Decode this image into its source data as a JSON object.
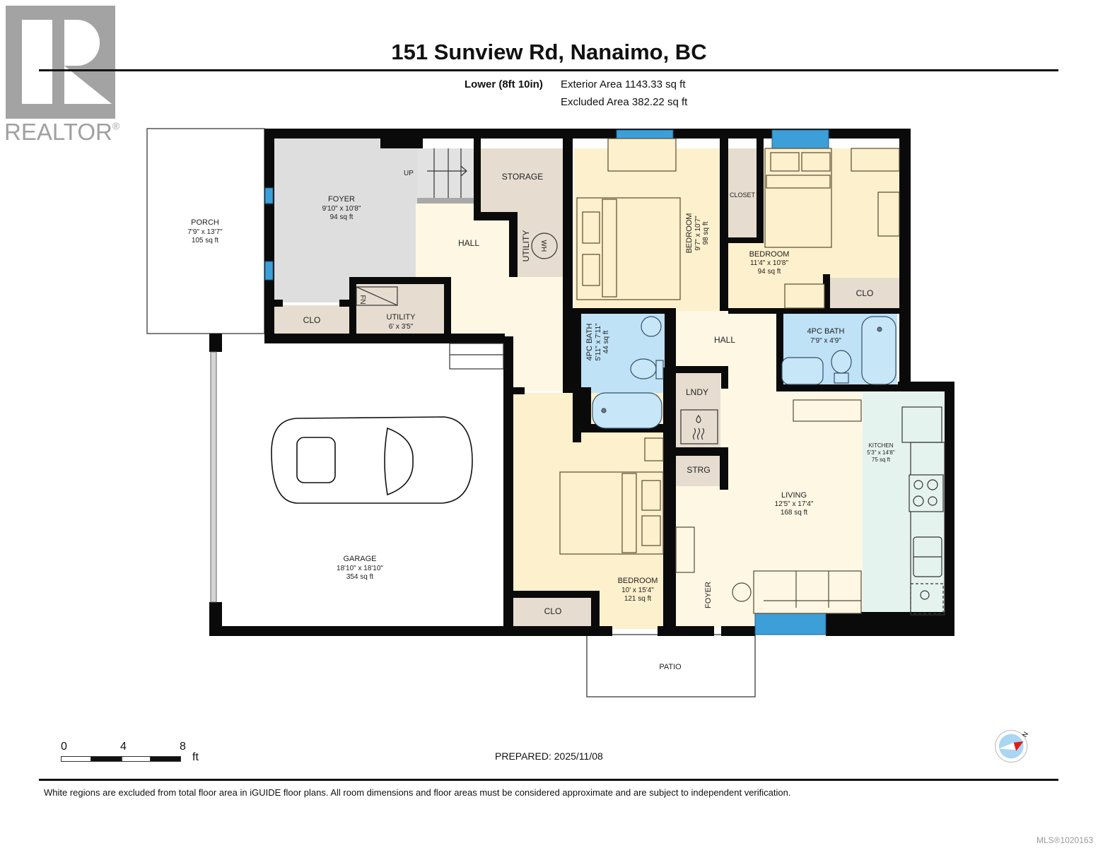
{
  "header": {
    "logo_text": "REALTOR",
    "logo_mark": "®",
    "title": "151 Sunview Rd, Nanaimo, BC",
    "level_label": "Lower (8ft 10in)",
    "exterior_area": "Exterior Area 1143.33 sq ft",
    "excluded_area": "Excluded Area 382.22 sq ft"
  },
  "colors": {
    "wall": "#0a0a0a",
    "foyer_gray": "#dedede",
    "hall_cream": "#fdf7e4",
    "bedroom_yellow": "#fdf0cc",
    "bath_blue": "#bfe2f7",
    "closet_tan": "#e6ddd0",
    "kitchen_mint": "#e5f3ee",
    "window_blue": "#3d9fd8",
    "compass_red": "#e01b1b",
    "compass_blue": "#a9d6f2"
  },
  "rooms": {
    "porch": {
      "name": "PORCH",
      "dims": "7'9\" x 13'7\"",
      "area": "105 sq ft"
    },
    "foyer": {
      "name": "FOYER",
      "dims": "9'10\" x 10'8\"",
      "area": "94 sq ft"
    },
    "stairs": {
      "name": "UP"
    },
    "storage": {
      "name": "STORAGE"
    },
    "utility_wh": {
      "name": "UTILITY",
      "fixture": "WH"
    },
    "hall_left": {
      "name": "HALL"
    },
    "clo_foyer": {
      "name": "CLO"
    },
    "utility_small": {
      "name": "UTILITY",
      "dims": "6' x 3'5\"",
      "fixture": "FN"
    },
    "bedroom_1": {
      "name": "BEDROOM",
      "dims": "9'7\" x 10'7\"",
      "area": "98 sq ft"
    },
    "closet": {
      "name": "CLOSET"
    },
    "bedroom_2": {
      "name": "BEDROOM",
      "dims": "11'4\" x 10'8\"",
      "area": "94 sq ft"
    },
    "clo_bedroom_2": {
      "name": "CLO"
    },
    "bath_1": {
      "name": "4PC BATH",
      "dims": "5'11\" x 7'11\"",
      "area": "44 sq ft"
    },
    "hall_right": {
      "name": "HALL"
    },
    "bath_2": {
      "name": "4PC BATH",
      "dims": "7'9\" x 4'9\""
    },
    "laundry": {
      "name": "LNDY"
    },
    "strg": {
      "name": "STRG"
    },
    "kitchen": {
      "name": "KITCHEN",
      "dims": "5'3\" x 14'8\"",
      "area": "75 sq ft"
    },
    "living": {
      "name": "LIVING",
      "dims": "12'5\" x 17'4\"",
      "area": "168 sq ft"
    },
    "garage": {
      "name": "GARAGE",
      "dims": "18'10\" x 18'10\"",
      "area": "354 sq ft"
    },
    "bedroom_3": {
      "name": "BEDROOM",
      "dims": "10' x 15'4\"",
      "area": "121 sq ft"
    },
    "clo_bedroom_3": {
      "name": "CLO"
    },
    "foyer_small": {
      "name": "FOYER"
    },
    "patio": {
      "name": "PATIO"
    }
  },
  "scale": {
    "ticks": [
      "0",
      "4",
      "8"
    ],
    "unit": "ft"
  },
  "footer": {
    "prepared": "PREPARED: 2025/11/08",
    "compass_label": "N",
    "disclaimer": "White regions are excluded from total floor area in iGUIDE floor plans. All room dimensions and floor areas must be considered approximate and are subject to independent verification.",
    "mls": "MLS®1020163"
  }
}
